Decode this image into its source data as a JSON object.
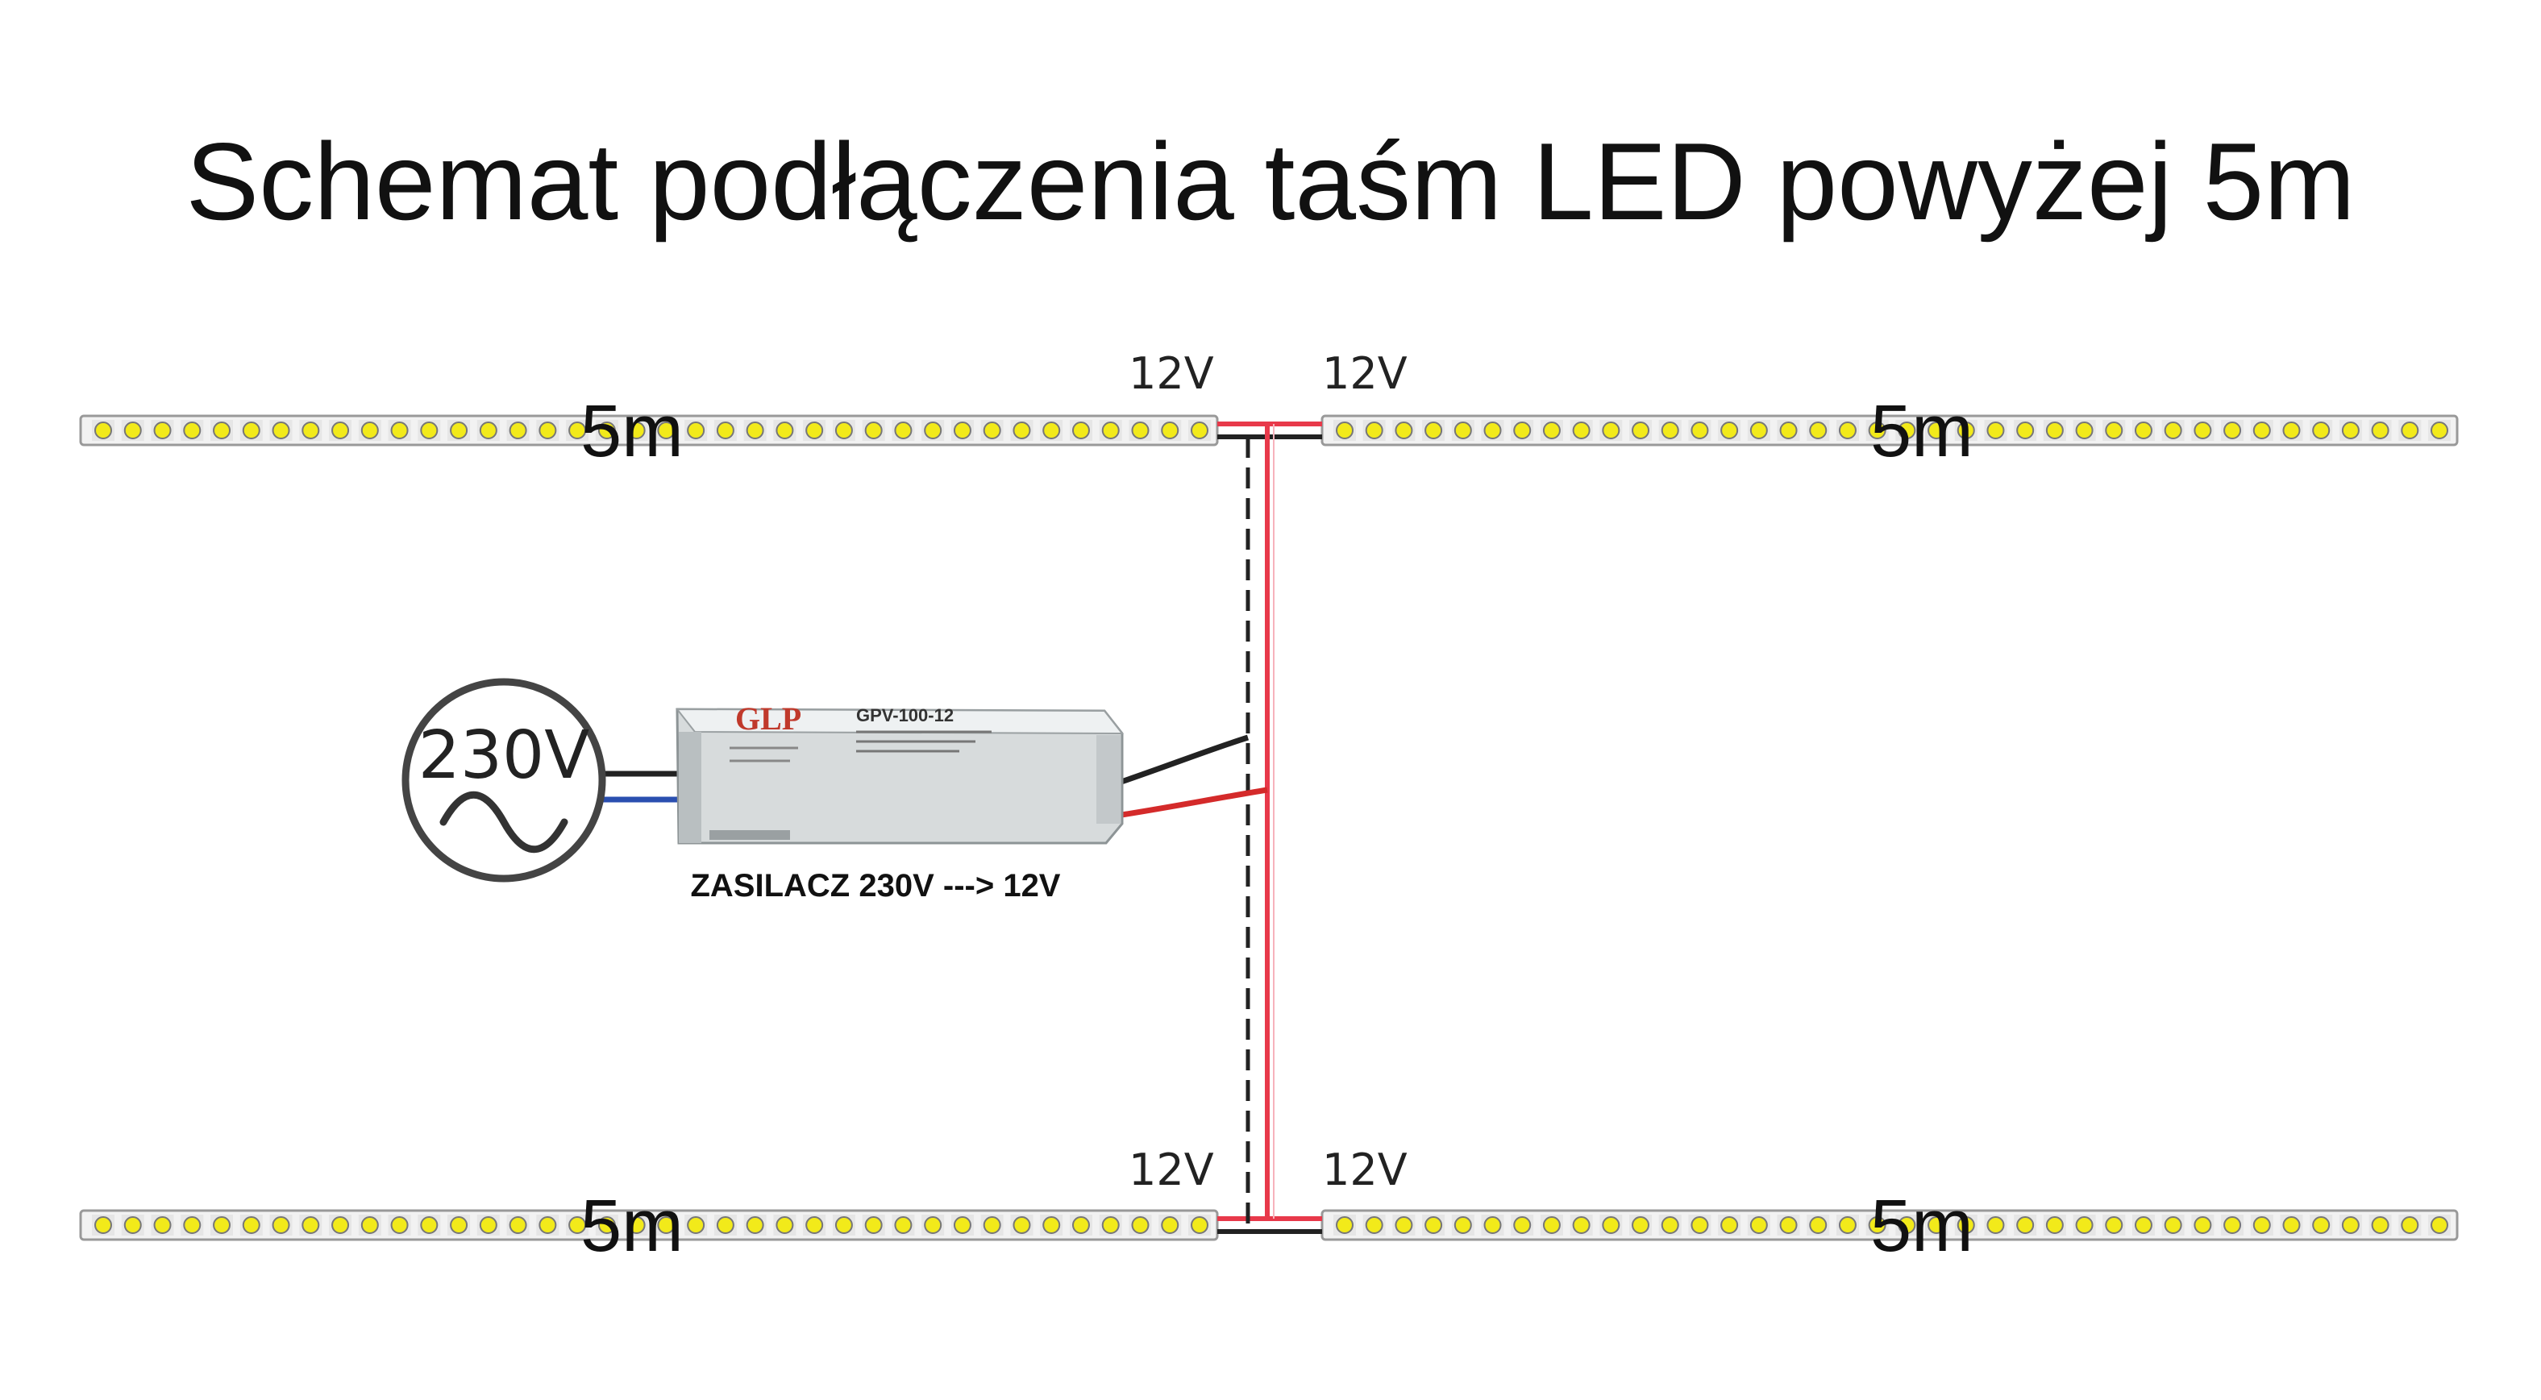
{
  "title": "Schemat podłączenia taśm LED powyżej 5m",
  "colors": {
    "positive_wire": "#e8394a",
    "negative_wire": "#222222",
    "mains_wire": "#2a4fb0",
    "led": "#f2ea1a",
    "strip_border": "#999999"
  },
  "strips": [
    {
      "id": "top-left",
      "length_label": "5m",
      "voltage_label": "12V"
    },
    {
      "id": "top-right",
      "length_label": "5m",
      "voltage_label": "12V"
    },
    {
      "id": "bottom-left",
      "length_label": "5m",
      "voltage_label": "12V"
    },
    {
      "id": "bottom-right",
      "length_label": "5m",
      "voltage_label": "12V"
    }
  ],
  "mains": {
    "label": "230V",
    "icon": "ac-sine-icon"
  },
  "power_supply": {
    "brand": "GLP",
    "model": "GPV-100-12",
    "caption": "ZASILACZ 230V ---> 12V"
  }
}
